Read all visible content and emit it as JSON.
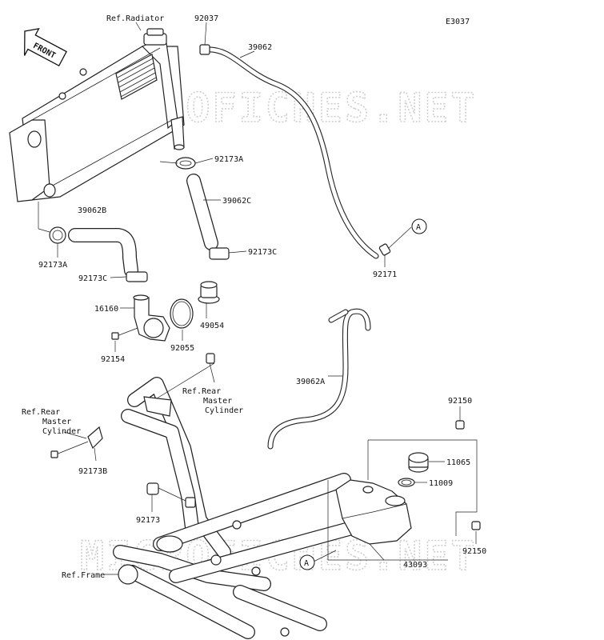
{
  "diagram_code": "E3037",
  "front_label": "FRONT",
  "watermark": "MICROFICHES.NET",
  "callout_letter": "A",
  "labels": {
    "ref_radiator": "Ref.Radiator",
    "p92037": "92037",
    "p39062": "39062",
    "p92173A_top": "92173A",
    "p39062C": "39062C",
    "p92173C_right": "92173C",
    "p39062B": "39062B",
    "p92173A_left": "92173A",
    "p92173C_left": "92173C",
    "p92171": "92171",
    "p16160": "16160",
    "p49054": "49054",
    "p92055": "92055",
    "p92154": "92154",
    "ref_rear_master_1": "Ref.Rear",
    "ref_rear_master_2": "Master",
    "ref_rear_master_3": "Cylinder",
    "p39062A": "39062A",
    "p92150_top": "92150",
    "p11065": "11065",
    "p11009": "11009",
    "p92173B": "92173B",
    "p92173": "92173",
    "p92150_bottom": "92150",
    "p43093": "43093",
    "ref_frame": "Ref.Frame"
  }
}
